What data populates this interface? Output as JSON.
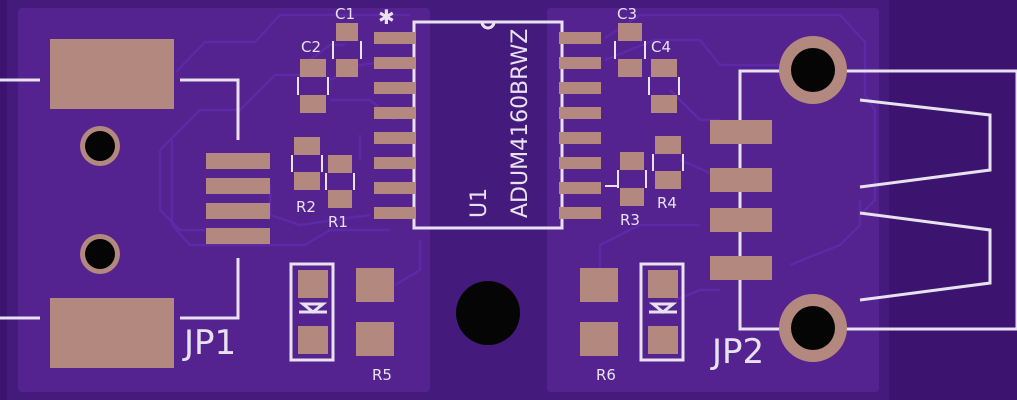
{
  "colors": {
    "board": "#3c1470",
    "pour": "#54238f",
    "pad": "#b3897f",
    "silk": "#e8e2f0",
    "drill": "#050505"
  },
  "labels": {
    "u1": "U1",
    "u1_part": "ADUM4160BRWZ",
    "c1": "C1",
    "c2": "C2",
    "c3": "C3",
    "c4": "C4",
    "r1": "R1",
    "r2": "R2",
    "r3": "R3",
    "r4": "R4",
    "r5": "R5",
    "r6": "R6",
    "jp1": "JP1",
    "jp2": "JP2",
    "pin1_marker": "✱"
  }
}
